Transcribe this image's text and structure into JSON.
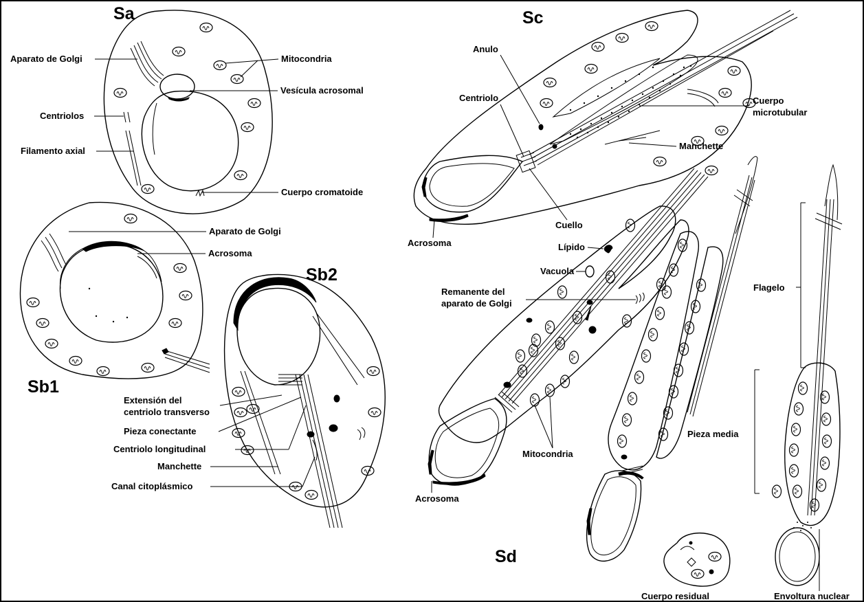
{
  "stages": {
    "sa": "Sa",
    "sb1": "Sb1",
    "sb2": "Sb2",
    "sc": "Sc",
    "sd": "Sd"
  },
  "labels": {
    "sa_golgi": "Aparato de Golgi",
    "sa_mitocondria": "Mitocondria",
    "sa_vesicula": "Vesícula acrosomal",
    "sa_centriolos": "Centriolos",
    "sa_filamento": "Filamento axial",
    "sa_cromatoide": "Cuerpo cromatoide",
    "sb1_golgi": "Aparato de Golgi",
    "sb1_acrosoma": "Acrosoma",
    "sb2_extension_1": "Extensión del",
    "sb2_extension_2": "centriolo transverso",
    "sb2_pieza_conectante": "Pieza conectante",
    "sb2_centriolo_long": "Centriolo longitudinal",
    "sb2_manchette": "Manchette",
    "sb2_canal": "Canal citoplásmico",
    "sc_anulo": "Anulo",
    "sc_centriolo": "Centriolo",
    "sc_cuerpo_1": "Cuerpo",
    "sc_cuerpo_2": "microtubular",
    "sc_manchette": "Manchette",
    "sc_cuello": "Cuello",
    "sc_acrosoma": "Acrosoma",
    "sd_lipido": "Lípido",
    "sd_vacuola": "Vacuola",
    "sd_remanente_1": "Remanente del",
    "sd_remanente_2": "aparato de Golgi",
    "sd_mitocondria": "Mitocondria",
    "sd_acrosoma": "Acrosoma",
    "sd_flagelo": "Flagelo",
    "sd_pieza_media": "Pieza media",
    "sd_cuerpo_residual": "Cuerpo residual",
    "sd_envoltura": "Envoltura nuclear"
  }
}
